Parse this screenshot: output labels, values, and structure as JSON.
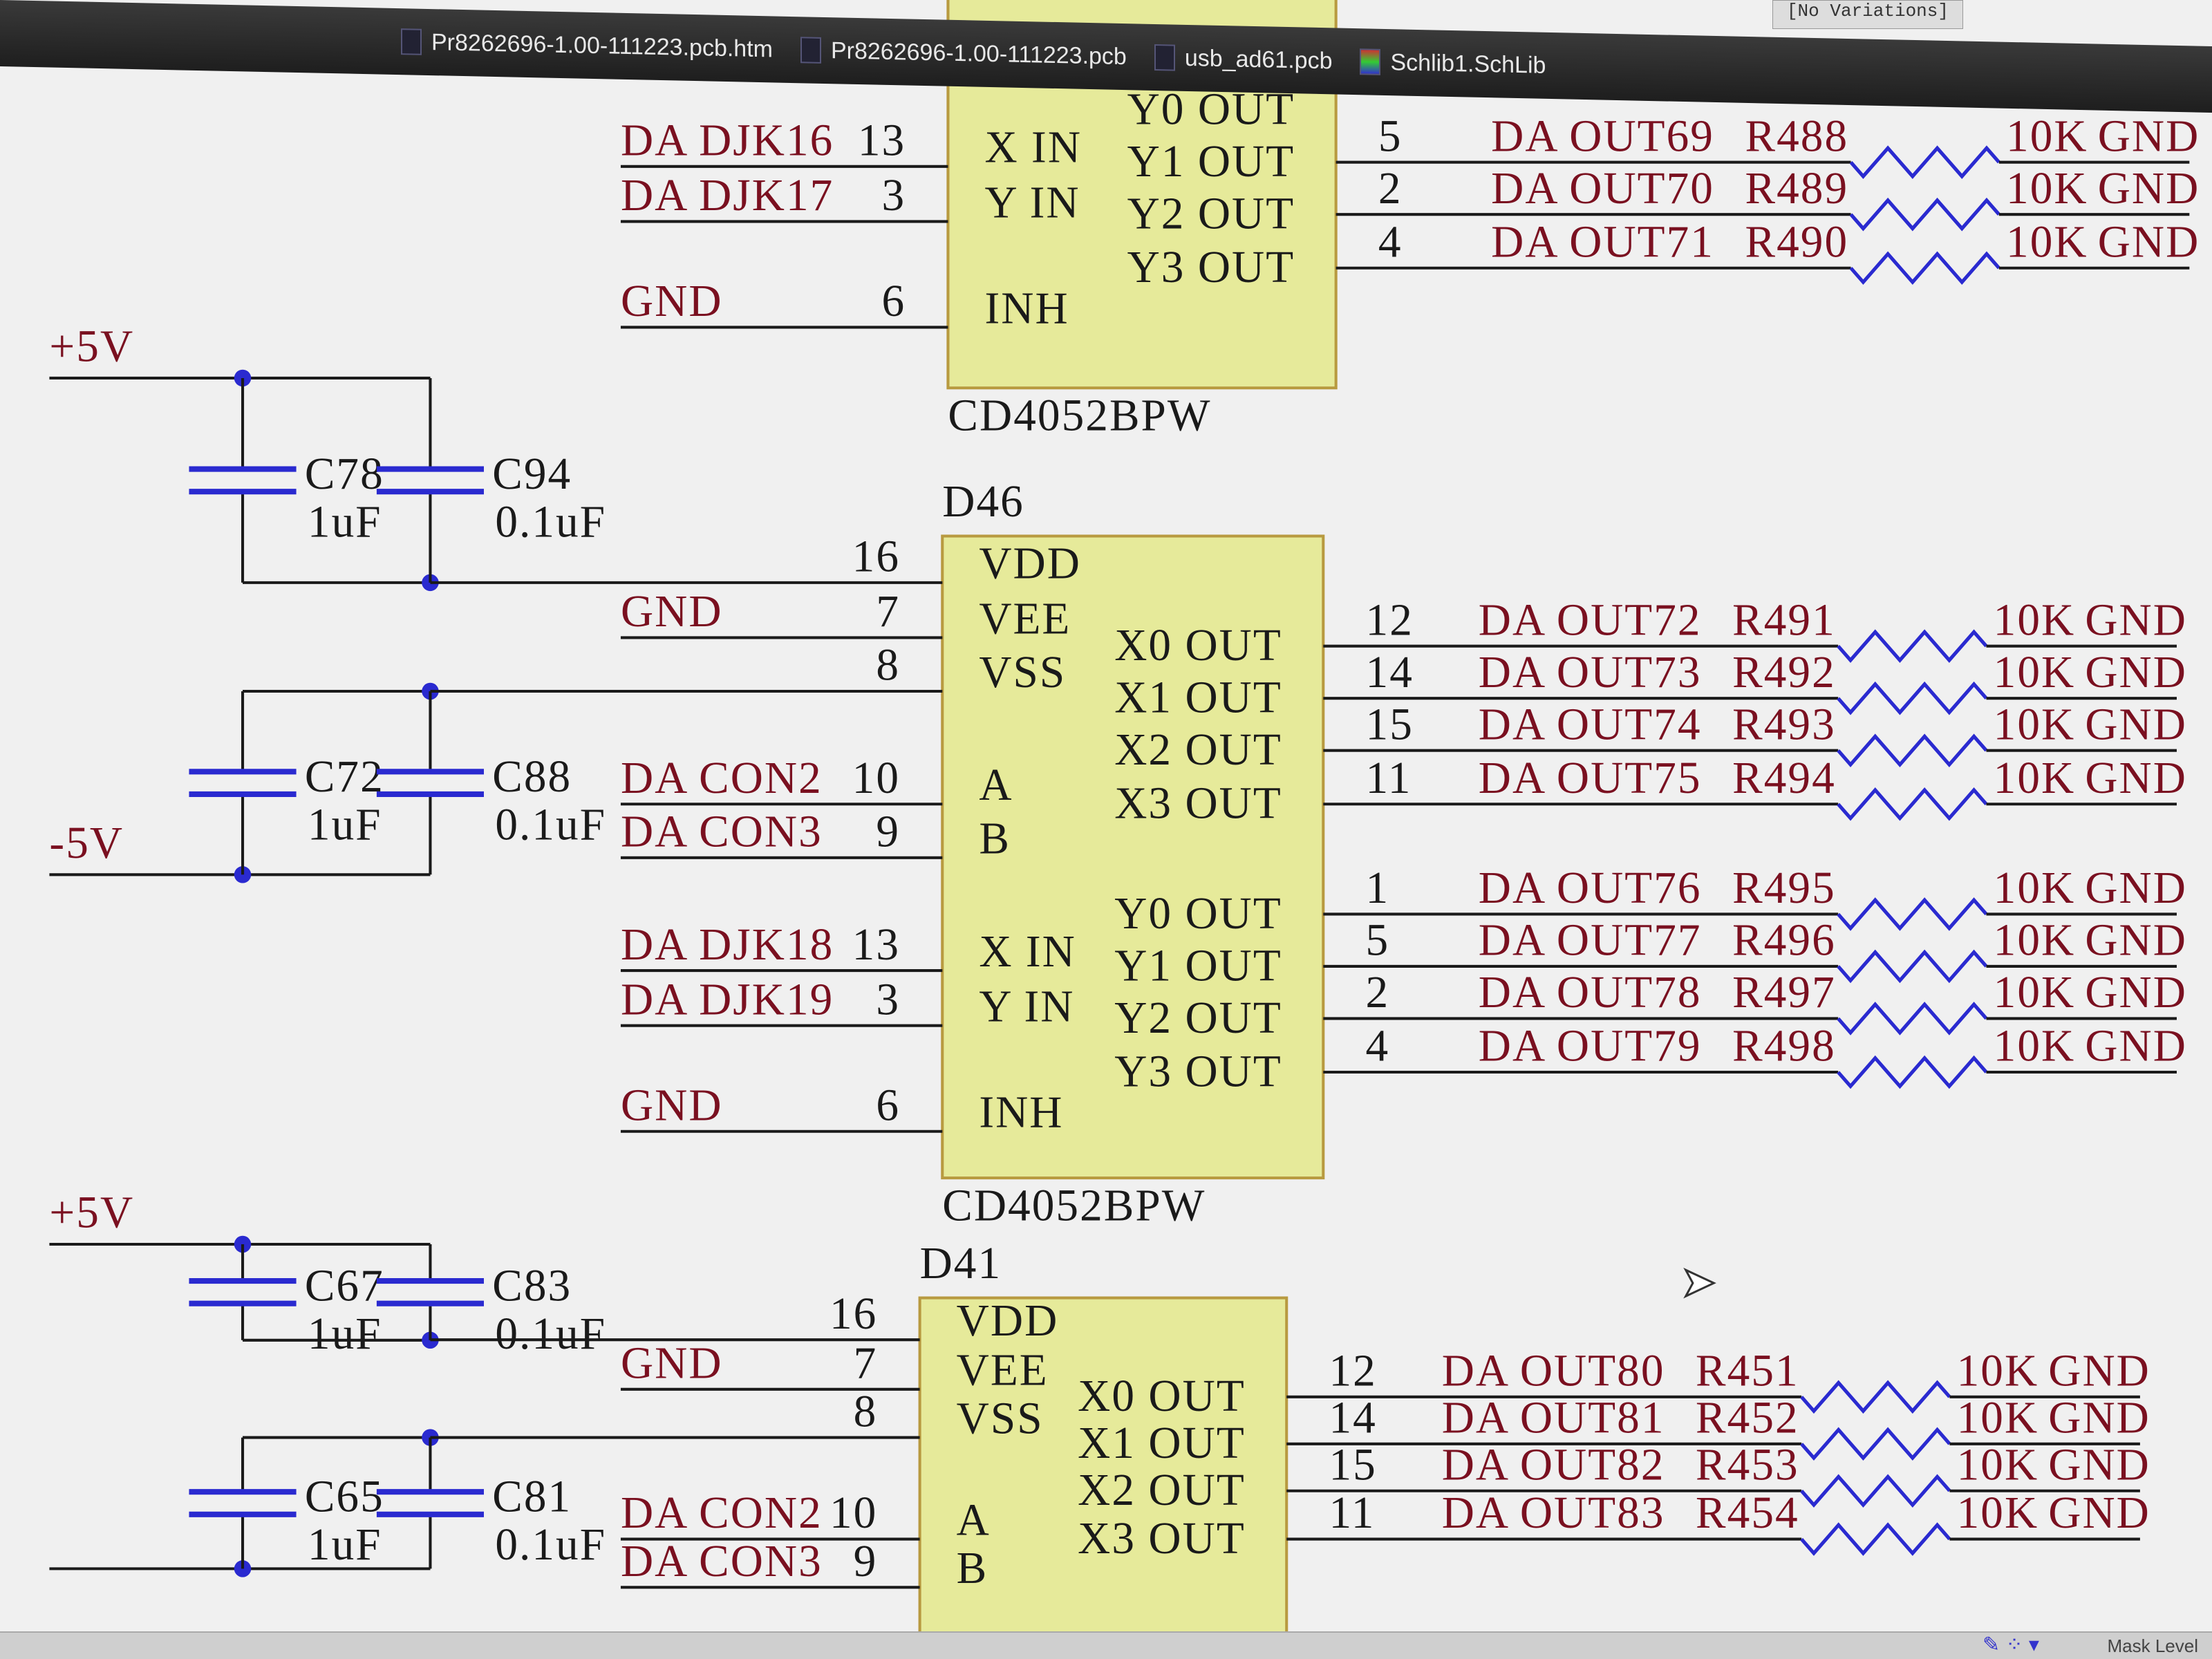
{
  "window": {
    "tabs": [
      "Pr8262696-1.00-111223.pcb.htm",
      "Pr8262696-1.00-111223.pcb",
      "usb_ad61.pcb",
      "Schlib1.SchLib"
    ],
    "variations": "[No Variations]"
  },
  "status_bar": {
    "mask_level": "Mask Level"
  },
  "colors": {
    "background": "#f0f0f0",
    "net_label": "#7a1020",
    "wire": "#1a1a1a",
    "resistor": "#2a2ad0",
    "capacitor": "#2a2ad0",
    "chip_fill": "#e6ea9a",
    "chip_border": "#b89a40"
  },
  "blocks": [
    {
      "designator": "",
      "part": "CD4052BPW",
      "left_pins": [
        {
          "pin": "13",
          "name": "X IN",
          "net": "DA DJK16"
        },
        {
          "pin": "3",
          "name": "Y IN",
          "net": "DA DJK17"
        },
        {
          "pin": "6",
          "name": "INH",
          "net": "GND"
        }
      ],
      "right_pins": [
        {
          "pin": "",
          "name": "Y0 OUT",
          "net": "",
          "resistor": "",
          "value": "",
          "gnd": ""
        },
        {
          "pin": "5",
          "name": "Y1 OUT",
          "net": "DA OUT69",
          "resistor": "R488",
          "value": "10K",
          "gnd": "GND"
        },
        {
          "pin": "2",
          "name": "Y2 OUT",
          "net": "DA OUT70",
          "resistor": "R489",
          "value": "10K",
          "gnd": "GND"
        },
        {
          "pin": "4",
          "name": "Y3 OUT",
          "net": "DA OUT71",
          "resistor": "R490",
          "value": "10K",
          "gnd": "GND"
        }
      ]
    },
    {
      "designator": "D46",
      "part": "CD4052BPW",
      "left_pins": [
        {
          "pin": "16",
          "name": "VDD",
          "net": ""
        },
        {
          "pin": "7",
          "name": "VEE",
          "net": "GND"
        },
        {
          "pin": "8",
          "name": "VSS",
          "net": ""
        },
        {
          "pin": "10",
          "name": "A",
          "net": "DA CON2"
        },
        {
          "pin": "9",
          "name": "B",
          "net": "DA CON3"
        },
        {
          "pin": "13",
          "name": "X IN",
          "net": "DA DJK18"
        },
        {
          "pin": "3",
          "name": "Y IN",
          "net": "DA DJK19"
        },
        {
          "pin": "6",
          "name": "INH",
          "net": "GND"
        }
      ],
      "right_pins": [
        {
          "pin": "12",
          "name": "X0 OUT",
          "net": "DA OUT72",
          "resistor": "R491",
          "value": "10K",
          "gnd": "GND"
        },
        {
          "pin": "14",
          "name": "X1 OUT",
          "net": "DA OUT73",
          "resistor": "R492",
          "value": "10K",
          "gnd": "GND"
        },
        {
          "pin": "15",
          "name": "X2 OUT",
          "net": "DA OUT74",
          "resistor": "R493",
          "value": "10K",
          "gnd": "GND"
        },
        {
          "pin": "11",
          "name": "X3 OUT",
          "net": "DA OUT75",
          "resistor": "R494",
          "value": "10K",
          "gnd": "GND"
        },
        {
          "pin": "1",
          "name": "Y0 OUT",
          "net": "DA OUT76",
          "resistor": "R495",
          "value": "10K",
          "gnd": "GND"
        },
        {
          "pin": "5",
          "name": "Y1 OUT",
          "net": "DA OUT77",
          "resistor": "R496",
          "value": "10K",
          "gnd": "GND"
        },
        {
          "pin": "2",
          "name": "Y2 OUT",
          "net": "DA OUT78",
          "resistor": "R497",
          "value": "10K",
          "gnd": "GND"
        },
        {
          "pin": "4",
          "name": "Y3 OUT",
          "net": "DA OUT79",
          "resistor": "R498",
          "value": "10K",
          "gnd": "GND"
        }
      ]
    },
    {
      "designator": "D41",
      "part": "",
      "left_pins": [
        {
          "pin": "16",
          "name": "VDD",
          "net": ""
        },
        {
          "pin": "7",
          "name": "VEE",
          "net": "GND"
        },
        {
          "pin": "8",
          "name": "VSS",
          "net": ""
        },
        {
          "pin": "10",
          "name": "A",
          "net": "DA CON2"
        },
        {
          "pin": "9",
          "name": "B",
          "net": "DA CON3"
        }
      ],
      "right_pins": [
        {
          "pin": "12",
          "name": "X0 OUT",
          "net": "DA OUT80",
          "resistor": "R451",
          "value": "10K",
          "gnd": "GND"
        },
        {
          "pin": "14",
          "name": "X1 OUT",
          "net": "DA OUT81",
          "resistor": "R452",
          "value": "10K",
          "gnd": "GND"
        },
        {
          "pin": "15",
          "name": "X2 OUT",
          "net": "DA OUT82",
          "resistor": "R453",
          "value": "10K",
          "gnd": "GND"
        },
        {
          "pin": "11",
          "name": "X3 OUT",
          "net": "DA OUT83",
          "resistor": "R454",
          "value": "10K",
          "gnd": "GND"
        }
      ]
    }
  ],
  "cap_groups": [
    {
      "rail": "+5V",
      "caps": [
        {
          "name": "C78",
          "value": "1uF"
        },
        {
          "name": "C94",
          "value": "0.1uF"
        }
      ]
    },
    {
      "rail": "-5V",
      "caps": [
        {
          "name": "C72",
          "value": "1uF"
        },
        {
          "name": "C88",
          "value": "0.1uF"
        }
      ]
    },
    {
      "rail": "+5V",
      "caps": [
        {
          "name": "C67",
          "value": "1uF"
        },
        {
          "name": "C83",
          "value": "0.1uF"
        }
      ]
    },
    {
      "rail": "",
      "caps": [
        {
          "name": "C65",
          "value": "1uF"
        },
        {
          "name": "C81",
          "value": "0.1uF"
        }
      ]
    }
  ]
}
